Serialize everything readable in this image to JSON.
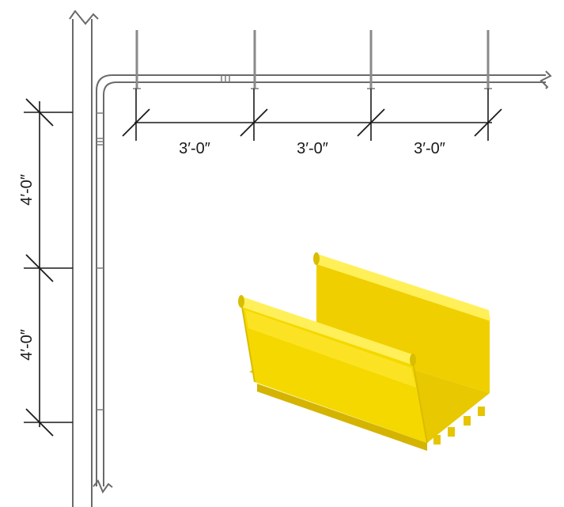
{
  "horizontal_dimensions": [
    {
      "label": "3′-0″"
    },
    {
      "label": "3′-0″"
    },
    {
      "label": "3′-0″"
    }
  ],
  "vertical_dimensions": [
    {
      "label": "4′-0″"
    },
    {
      "label": "4′-0″"
    }
  ],
  "colors": {
    "tray_yellow": "#f5d800",
    "tray_shadow": "#d9bd00",
    "tray_highlight": "#fff05a",
    "line_gray": "#6a6a6a",
    "dimension_black": "#1a1a1a"
  }
}
